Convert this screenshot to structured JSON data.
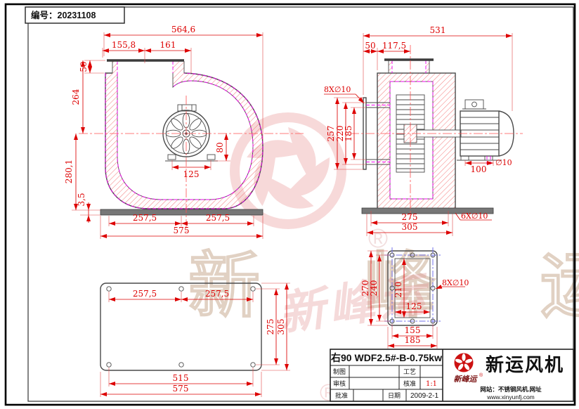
{
  "serial": {
    "label": "编号：20231108"
  },
  "front_view": {
    "dim_total_width": "564,6",
    "dim_flange_offset": "155,8",
    "dim_outlet_width": "161",
    "dim_flange_height": "50",
    "dim_top_to_center": "264",
    "dim_center_to_base": "280,1",
    "dim_base_thickness": "3,5",
    "dim_bolt_left": "257,5",
    "dim_bolt_right": "257,5",
    "dim_base_width": "575",
    "dim_feet_span": "125",
    "dim_feet_height": "80"
  },
  "side_view": {
    "dim_total_depth": "531",
    "dim_flange_gap": "50",
    "dim_front_to_center": "117,5",
    "label_inlet_holes": "8X∅10",
    "dim_inlet_flange": "257",
    "dim_inlet_bolt": "220",
    "dim_inlet_opening": "185",
    "dim_motor_feet": "100",
    "label_foot_hole": "∅10",
    "dim_base_bolt": "275",
    "dim_base_width": "305",
    "label_base_holes": "6X∅10"
  },
  "base_view": {
    "dim_bolt_left": "257,5",
    "dim_bolt_right": "257,5",
    "dim_bolt_depth": "275",
    "dim_depth": "305",
    "dim_bolt_width": "515",
    "dim_width": "575"
  },
  "flange_view": {
    "dim_outer_height": "270",
    "dim_bolt_height": "240",
    "dim_inner_height": "210",
    "dim_inner_width": "125",
    "dim_bolt_width": "155",
    "dim_outer_width": "185",
    "label_holes": "8X∅10"
  },
  "title_block": {
    "model": "右90  WDF2.5#-B-0.75kw",
    "row_draw": "制图",
    "row_check": "审核",
    "row_approve": "批准",
    "col_process": "工艺",
    "col_ratify": "核准",
    "col_date": "日期",
    "scale": "1:1",
    "date": "2009-2-1"
  },
  "brand": {
    "name": "新运风机",
    "script": "新峰运",
    "reg": "®",
    "site_line1": "网站：不锈钢风机.网址",
    "site_line2": "www.xinyunfj.com"
  },
  "watermark": {
    "text": "新 峰 运",
    "script": "新峰运",
    "reg": "®"
  },
  "colors": {
    "dimension_red": "#dd0000",
    "hatch_red": "#f26b6b",
    "weld_magenta": "#ee00ee",
    "outline_gray": "#4a4a4a",
    "bolt_blue": "#7070e8",
    "brand_red": "#cc1111"
  }
}
